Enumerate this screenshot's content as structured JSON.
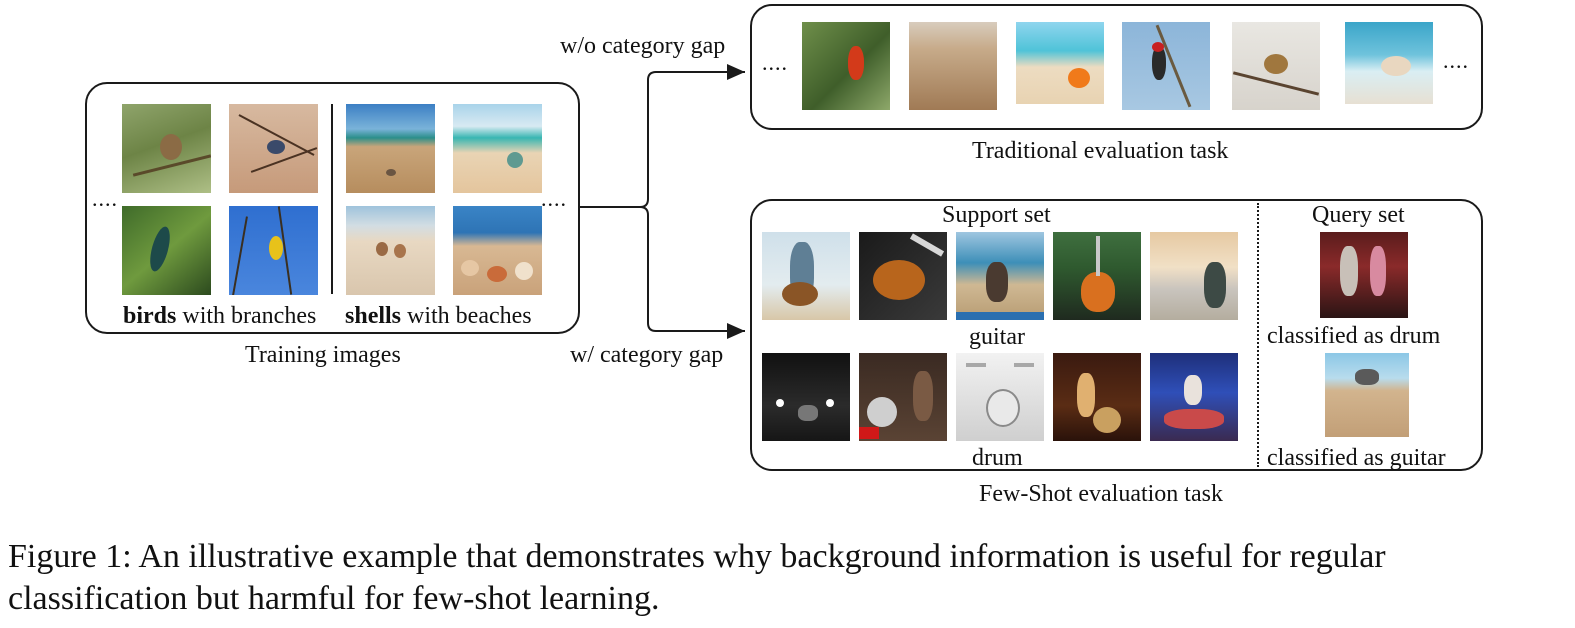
{
  "training": {
    "dots_left": "....",
    "dots_right": "....",
    "label_birds_bold": "birds",
    "label_birds_rest": " with branches",
    "label_shells_bold": "shells",
    "label_shells_rest": " with beaches",
    "title": "Training images"
  },
  "arrows": {
    "top_label": "w/o category gap",
    "bottom_label": "w/ category gap"
  },
  "traditional": {
    "dots_left": "....",
    "dots_right": "....",
    "title": "Traditional evaluation task"
  },
  "fewshot": {
    "support_title": "Support set",
    "query_title": "Query set",
    "guitar_label": "guitar",
    "drum_label": "drum",
    "query_label_1": "classified as drum",
    "query_label_2": "classified as guitar",
    "title": "Few-Shot evaluation task"
  },
  "caption": {
    "line1": "Figure 1: An illustrative example that demonstrates why background information is useful for regular",
    "line2": "classification but harmful for few-shot learning."
  }
}
